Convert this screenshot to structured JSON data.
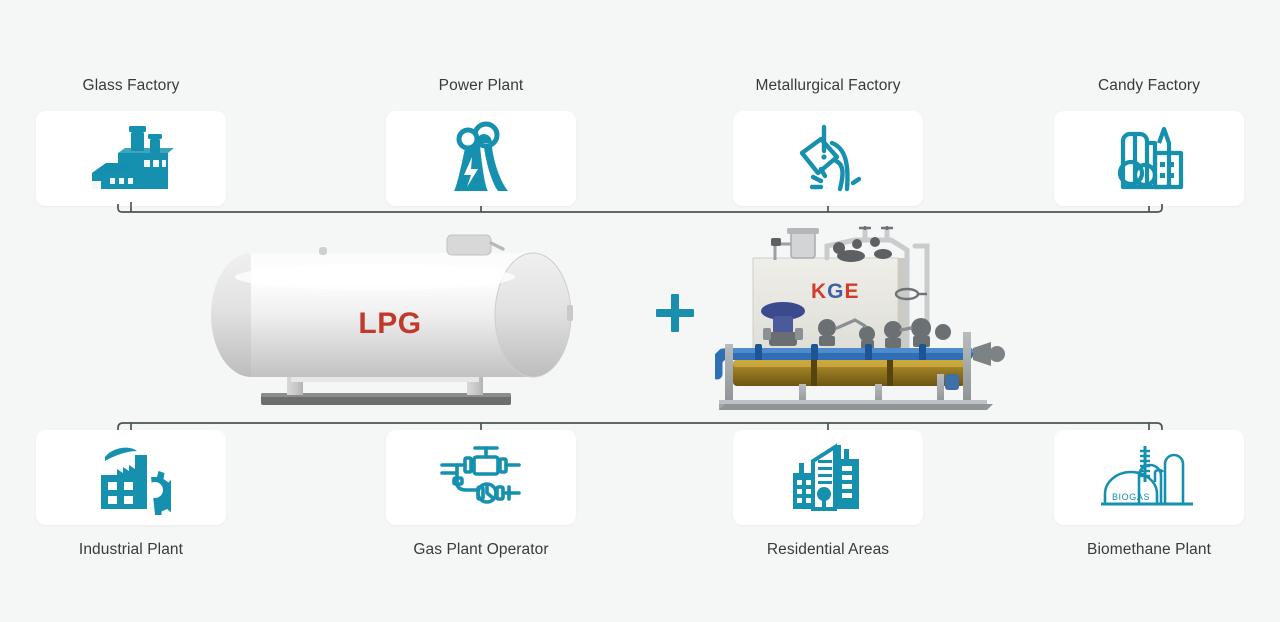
{
  "page": {
    "background_color": "#f5f6f6",
    "accent_color": "#1a8fad",
    "icon_color": "#1590ae",
    "label_color": "#3a3a3a",
    "connector_color": "#4b5356"
  },
  "top_row": {
    "items": [
      {
        "label": "Glass Factory",
        "icon": "glass-factory-icon"
      },
      {
        "label": "Power Plant",
        "icon": "power-plant-icon"
      },
      {
        "label": "Metallurgical Factory",
        "icon": "metallurgical-factory-icon"
      },
      {
        "label": "Candy Factory",
        "icon": "candy-factory-icon"
      }
    ]
  },
  "bottom_row": {
    "items": [
      {
        "label": "Industrial Plant",
        "icon": "industrial-plant-icon"
      },
      {
        "label": "Gas Plant Operator",
        "icon": "gas-plant-operator-icon"
      },
      {
        "label": "Residential Areas",
        "icon": "residential-areas-icon"
      },
      {
        "label": "Biomethane Plant",
        "icon": "biomethane-plant-icon"
      }
    ]
  },
  "center": {
    "tank": {
      "name": "lpg-storage-tank",
      "text": "LPG",
      "text_color": "#c0392b"
    },
    "operator": {
      "symbol": "+",
      "color": "#1a8fad",
      "name": "plus-symbol"
    },
    "skid": {
      "name": "lpg-vaporizer-skid",
      "brand_text": "KGE",
      "brand_colors": {
        "k": "#d23b2e",
        "g": "#3f5fa8",
        "e": "#d23b2e"
      }
    }
  },
  "biogas_tank_label": "BIOGAS"
}
